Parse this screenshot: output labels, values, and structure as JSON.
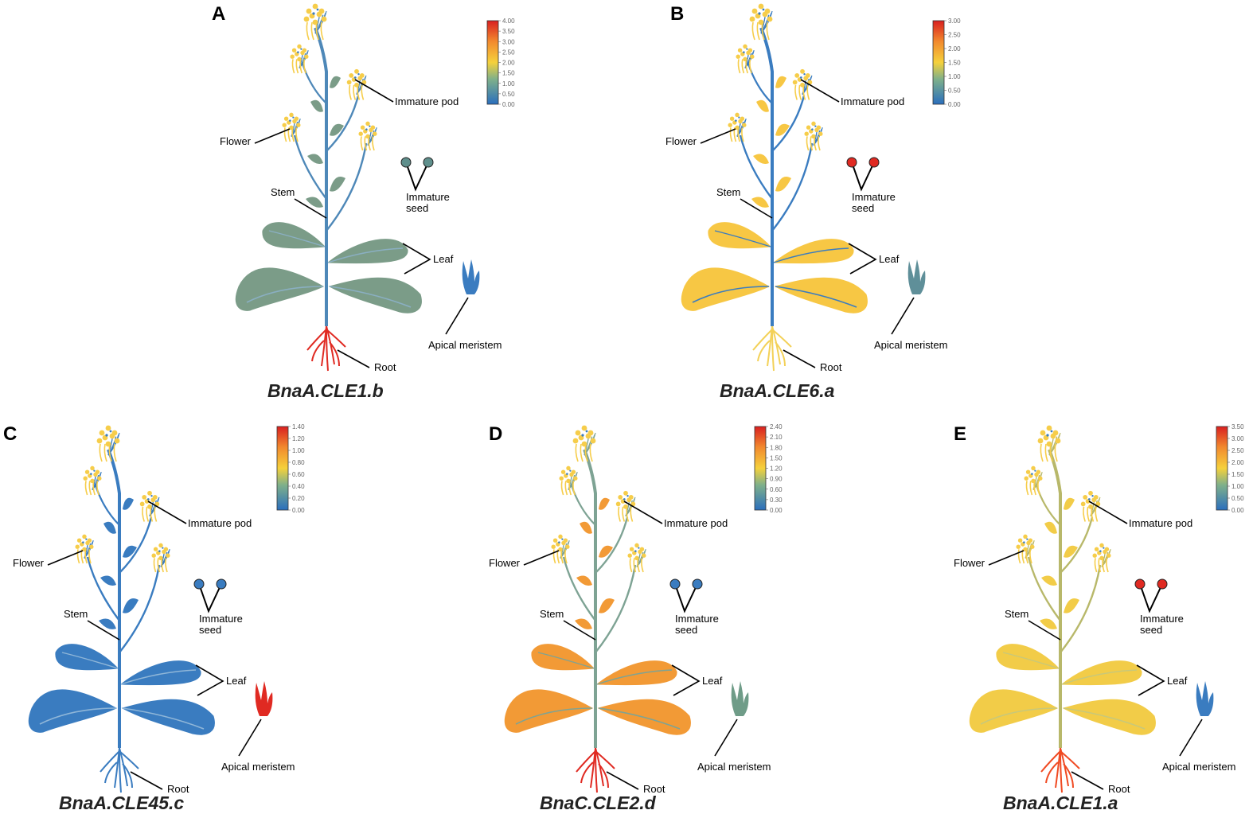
{
  "labels": {
    "immature_pod": "Immature pod",
    "flower": "Flower",
    "stem": "Stem",
    "immature_seed_1": "Immature",
    "immature_seed_2": "seed",
    "leaf": "Leaf",
    "root": "Root",
    "apical_meristem": "Apical meristem"
  },
  "panels": [
    {
      "letter": "A",
      "gene": "BnaA.CLE1.b",
      "scale_ticks": [
        "4.00",
        "3.50",
        "3.00",
        "2.50",
        "2.00",
        "1.50",
        "1.00",
        "0.50",
        "0.00"
      ],
      "colors": {
        "stem": "#4e88b8",
        "leaf": "#7b9c88",
        "leaf_vein": "#8aafc2",
        "small_leaf": "#7b9c88",
        "pod": "#f6cd4a",
        "flower_stalk": "#4e88b8",
        "root": "#e02a22",
        "seed": "#5f8f8c",
        "meristem": "#3a7cc0"
      }
    },
    {
      "letter": "B",
      "gene": "BnaA.CLE6.a",
      "scale_ticks": [
        "3.00",
        "2.50",
        "2.00",
        "1.50",
        "1.00",
        "0.50",
        "0.00"
      ],
      "colors": {
        "stem": "#3a7cc0",
        "leaf": "#f7c744",
        "leaf_vein": "#3a7cc0",
        "small_leaf": "#f7c744",
        "pod": "#f6cd4a",
        "flower_stalk": "#3a7cc0",
        "root": "#f3d158",
        "seed": "#e02a22",
        "meristem": "#5f8f99"
      }
    },
    {
      "letter": "C",
      "gene": "BnaA.CLE45.c",
      "scale_ticks": [
        "1.40",
        "1.20",
        "1.00",
        "0.80",
        "0.60",
        "0.40",
        "0.20",
        "0.00"
      ],
      "colors": {
        "stem": "#3a7cc0",
        "leaf": "#3a7cc0",
        "leaf_vein": "#8fb6d8",
        "small_leaf": "#3a7cc0",
        "pod": "#f6cd4a",
        "flower_stalk": "#3a7cc0",
        "root": "#3a7cc0",
        "seed": "#3a7cc0",
        "meristem": "#e02a22"
      }
    },
    {
      "letter": "D",
      "gene": "BnaC.CLE2.d",
      "scale_ticks": [
        "2.40",
        "2.10",
        "1.80",
        "1.50",
        "1.20",
        "0.90",
        "0.60",
        "0.30",
        "0.00"
      ],
      "colors": {
        "stem": "#7ea394",
        "leaf": "#f29a36",
        "leaf_vein": "#7ea394",
        "small_leaf": "#f29a36",
        "pod": "#f6cd4a",
        "flower_stalk": "#7ea394",
        "root": "#e02a22",
        "seed": "#3a7cc0",
        "meristem": "#6f9c88"
      }
    },
    {
      "letter": "E",
      "gene": "BnaA.CLE1.a",
      "scale_ticks": [
        "3.50",
        "3.00",
        "2.50",
        "2.00",
        "1.50",
        "1.00",
        "0.50",
        "0.00"
      ],
      "colors": {
        "stem": "#b8b86a",
        "leaf": "#f2cc48",
        "leaf_vein": "#c8c87a",
        "small_leaf": "#f2cc48",
        "pod": "#f6cd4a",
        "flower_stalk": "#b8b86a",
        "root": "#f04a22",
        "seed": "#e02a22",
        "meristem": "#3a7cc0"
      }
    }
  ]
}
